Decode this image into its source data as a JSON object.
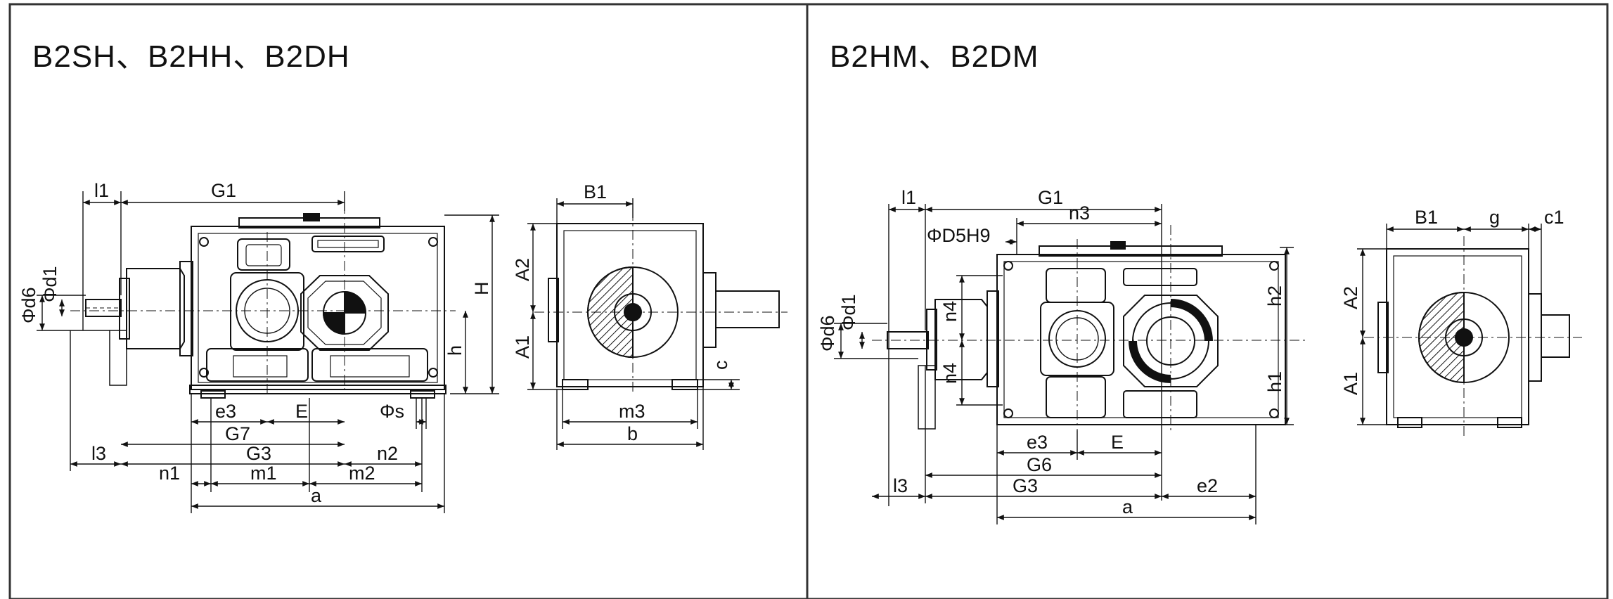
{
  "panels": [
    {
      "title": "B2SH、B2HH、B2DH",
      "front_labels": {
        "l1": "l1",
        "G1": "G1",
        "phi_d6": "Φd6",
        "phi_d1": "Φd1",
        "H": "H",
        "h": "h",
        "e3": "e3",
        "E": "E",
        "phi_s": "Φs",
        "G7": "G7",
        "l3": "l3",
        "G3": "G3",
        "n2": "n2",
        "n1": "n1",
        "m1": "m1",
        "m2": "m2",
        "a": "a"
      },
      "side_labels": {
        "B1": "B1",
        "A2": "A2",
        "A1": "A1",
        "c": "c",
        "m3": "m3",
        "b": "b"
      }
    },
    {
      "title": "B2HM、B2DM",
      "front_labels": {
        "l1": "l1",
        "G1": "G1",
        "phi_D5H9": "ΦD5H9",
        "n3": "n3",
        "phi_d6": "Φd6",
        "phi_d1": "Φd1",
        "n4_top": "n4",
        "n4_bottom": "n4",
        "h2": "h2",
        "h1": "h1",
        "e3": "e3",
        "E": "E",
        "G6": "G6",
        "l3": "l3",
        "G3": "G3",
        "e2": "e2",
        "a": "a"
      },
      "side_labels": {
        "B1": "B1",
        "g": "g",
        "c1": "c1",
        "A2": "A2",
        "A1": "A1"
      }
    }
  ]
}
